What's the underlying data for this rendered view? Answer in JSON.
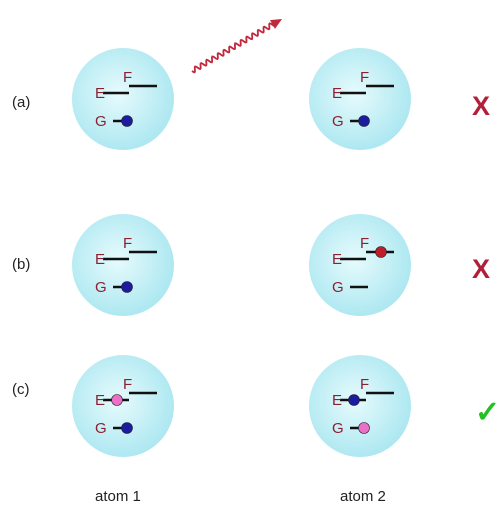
{
  "rows": [
    {
      "id": "a",
      "label": "(a)",
      "verdict": "X",
      "verdict_kind": "cross",
      "photon_emitted": true
    },
    {
      "id": "b",
      "label": "(b)",
      "verdict": "X",
      "verdict_kind": "cross",
      "photon_emitted": false
    },
    {
      "id": "c",
      "label": "(c)",
      "verdict": "✓",
      "verdict_kind": "check",
      "photon_emitted": false
    }
  ],
  "columns": [
    {
      "id": "atom1",
      "label": "atom 1"
    },
    {
      "id": "atom2",
      "label": "atom 2"
    }
  ],
  "level_labels": {
    "E": "E",
    "F": "F",
    "G": "G"
  },
  "atoms": {
    "a": {
      "atom1": {
        "G": "blue"
      },
      "atom2": {
        "G": "blue"
      }
    },
    "b": {
      "atom1": {
        "G": "blue"
      },
      "atom2": {
        "F": "red"
      }
    },
    "c": {
      "atom1": {
        "E": "pink",
        "G": "blue"
      },
      "atom2": {
        "E": "blue",
        "G": "pink"
      }
    }
  },
  "colors": {
    "atom_fill": "#bdeef5",
    "atom_center": "#dff8fb",
    "level_line": "#111111",
    "level_label": "#8b2030",
    "photon": "#c0283c",
    "blue": "#1c1ca0",
    "red": "#c01c2c",
    "pink": "#ea70c8",
    "cross": "#b0203a",
    "check": "#22c222"
  }
}
